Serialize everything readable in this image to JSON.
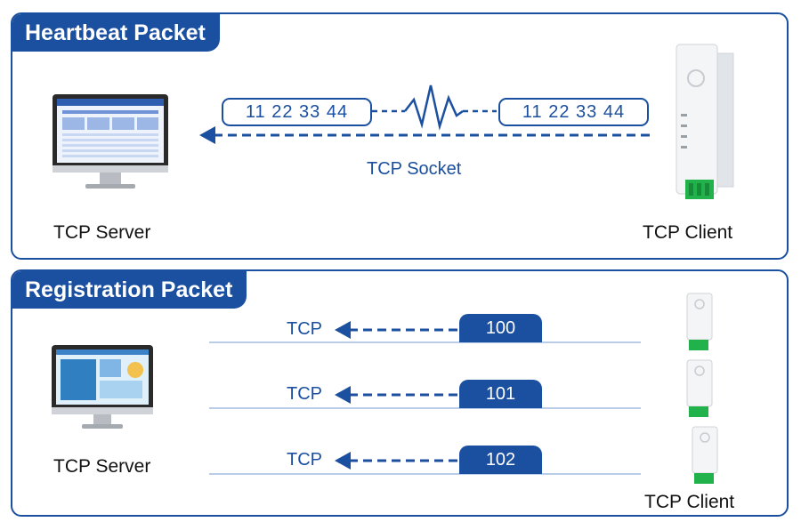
{
  "heartbeat": {
    "title": "Heartbeat Packet",
    "packet_left": "11  22  33  44",
    "packet_right": "11  22  33  44",
    "socket_label": "TCP Socket",
    "server_label": "TCP Server",
    "client_label": "TCP Client"
  },
  "registration": {
    "title": "Registration Packet",
    "server_label": "TCP Server",
    "client_label": "TCP Client",
    "rows": [
      {
        "tcp": "TCP",
        "id": "100"
      },
      {
        "tcp": "TCP",
        "id": "101"
      },
      {
        "tcp": "TCP",
        "id": "102"
      }
    ]
  },
  "colors": {
    "primary": "#1b4fa0",
    "device_green": "#21b24b"
  }
}
